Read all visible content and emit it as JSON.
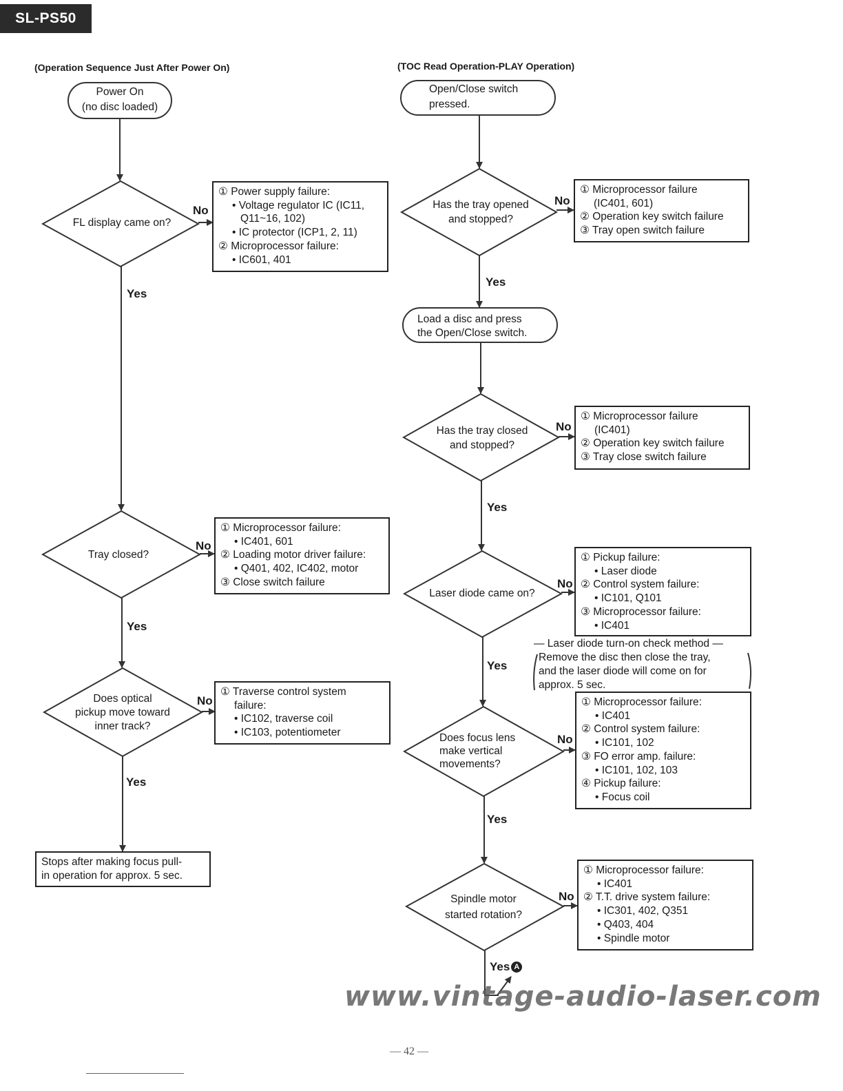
{
  "model": "SL-PS50",
  "left": {
    "title": "(Operation Sequence Just After Power On)",
    "start": [
      "Power On",
      "(no disc loaded)"
    ],
    "q1": [
      "FL display came on?"
    ],
    "q1_box": [
      "① Power supply failure:",
      "• Voltage regulator IC (IC11,",
      "Q11~16, 102)",
      "• IC protector (ICP1, 2, 11)",
      "② Microprocessor failure:",
      "• IC601, 401"
    ],
    "q2": [
      "Tray closed?"
    ],
    "q2_box": [
      "① Microprocessor failure:",
      "• IC401, 601",
      "② Loading motor driver failure:",
      "• Q401, 402, IC402, motor",
      "③ Close switch failure"
    ],
    "q3": [
      "Does optical",
      "pickup move toward",
      "inner track?"
    ],
    "q3_box": [
      "① Traverse control system",
      "failure:",
      "• IC102, traverse coil",
      "• IC103, potentiometer"
    ],
    "end": [
      "Stops after making focus pull-",
      "in operation for approx. 5 sec."
    ]
  },
  "right": {
    "title": "(TOC Read Operation-PLAY Operation)",
    "start": [
      "Open/Close switch",
      "pressed."
    ],
    "q1": [
      "Has the tray opened",
      "and stopped?"
    ],
    "q1_box": [
      "① Microprocessor failure",
      "(IC401, 601)",
      "② Operation key switch failure",
      "③ Tray open switch failure"
    ],
    "step": [
      "Load a disc and press",
      "the Open/Close switch."
    ],
    "q2": [
      "Has the tray closed",
      "and stopped?"
    ],
    "q2_box": [
      "① Microprocessor failure",
      "(IC401)",
      "② Operation key switch failure",
      "③ Tray close switch failure"
    ],
    "q3": [
      "Laser diode came on?"
    ],
    "q3_box": [
      "① Pickup failure:",
      "• Laser diode",
      "② Control system failure:",
      "• IC101, Q101",
      "③ Microprocessor failure:",
      "• IC401"
    ],
    "note": [
      "— Laser diode turn-on check method —",
      "Remove the disc then close the tray,",
      "and the laser diode will come on for",
      "approx. 5 sec."
    ],
    "q4": [
      "Does focus lens",
      "make vertical",
      "movements?"
    ],
    "q4_box": [
      "① Microprocessor failure:",
      "• IC401",
      "② Control system failure:",
      "• IC101, 102",
      "③ FO error amp. failure:",
      "• IC101, 102, 103",
      "④ Pickup failure:",
      "• Focus coil"
    ],
    "q5": [
      "Spindle motor",
      "started rotation?"
    ],
    "q5_box": [
      "① Microprocessor failure:",
      "• IC401",
      "② T.T. drive system failure:",
      "• IC301, 402, Q351",
      "• Q403, 404",
      "• Spindle motor"
    ],
    "yes_a": "Yes",
    "connector": "A"
  },
  "labels": {
    "yes": "Yes",
    "no": "No"
  },
  "watermark": "www.vintage-audio-laser.com",
  "page_number": "— 42 —"
}
